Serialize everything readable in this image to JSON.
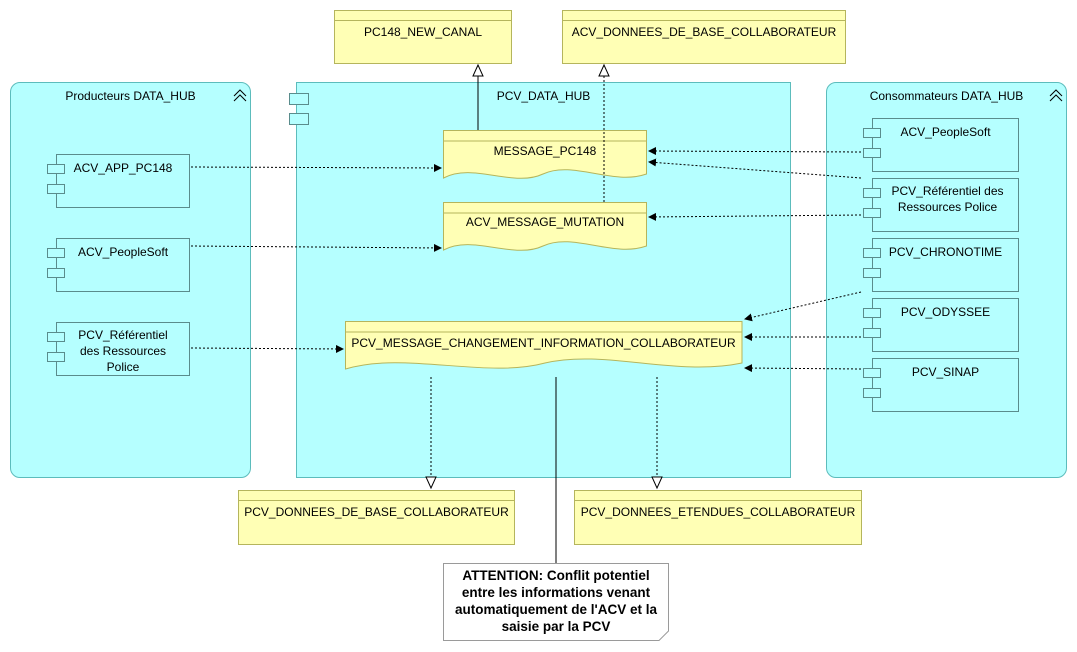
{
  "groups": {
    "producers": {
      "title": "Producteurs DATA_HUB"
    },
    "hub": {
      "title": "PCV_DATA_HUB"
    },
    "consumers": {
      "title": "Consommateurs DATA_HUB"
    }
  },
  "producers": [
    {
      "label": "ACV_APP_PC148"
    },
    {
      "label": "ACV_PeopleSoft"
    },
    {
      "label": "PCV_Référentiel des Ressources Police"
    }
  ],
  "consumers": [
    {
      "label": "ACV_PeopleSoft"
    },
    {
      "label": "PCV_Référentiel des Ressources Police"
    },
    {
      "label": "PCV_CHRONOTIME"
    },
    {
      "label": "PCV_ODYSSEE"
    },
    {
      "label": "PCV_SINAP"
    }
  ],
  "messages": {
    "pc148": "MESSAGE_PC148",
    "mutation": "ACV_MESSAGE_MUTATION",
    "changement": "PCV_MESSAGE_CHANGEMENT_INFORMATION_COLLABORATEUR"
  },
  "data_objects": {
    "new_canal": "PC148_NEW_CANAL",
    "acv_base": "ACV_DONNEES_DE_BASE_COLLABORATEUR",
    "pcv_base": "PCV_DONNEES_DE_BASE_COLLABORATEUR",
    "pcv_etendues": "PCV_DONNEES_ETENDUES_COLLABORATEUR"
  },
  "note": {
    "text": "ATTENTION: Conflit potentiel entre les informations venant automatiquement de l'ACV et la saisie par la PCV"
  },
  "colors": {
    "application": "#b5ffff",
    "data": "#ffffb5",
    "note": "#ffffff"
  }
}
